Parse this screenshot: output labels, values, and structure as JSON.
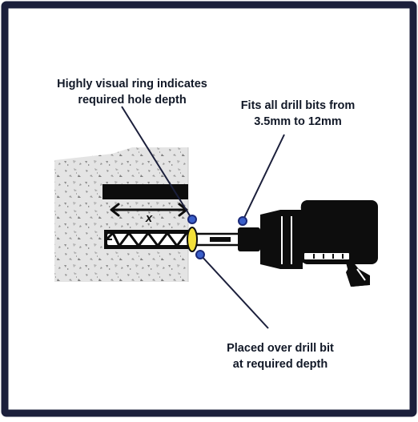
{
  "diagram": {
    "measure_label": "x",
    "callouts": {
      "ring_depth": {
        "line1": "Highly visual ring indicates",
        "line2": "required hole depth"
      },
      "drill_bits": {
        "line1": "Fits all drill bits from",
        "line2": "3.5mm to 12mm"
      },
      "placement": {
        "line1": "Placed over drill bit",
        "line2": "at required depth"
      }
    },
    "icons": [
      "concrete-block",
      "drill-bit",
      "depth-ring",
      "drill-body",
      "arrow-measure",
      "callout-dot"
    ]
  },
  "colors": {
    "frame": "#1b1f3b",
    "dot_fill": "#3a5fc9",
    "dot_stroke": "#1b2a7a",
    "ring": "#f3e03a",
    "concrete": "#e4e4e4",
    "drill": "#0d0d0d",
    "text": "#111827"
  }
}
